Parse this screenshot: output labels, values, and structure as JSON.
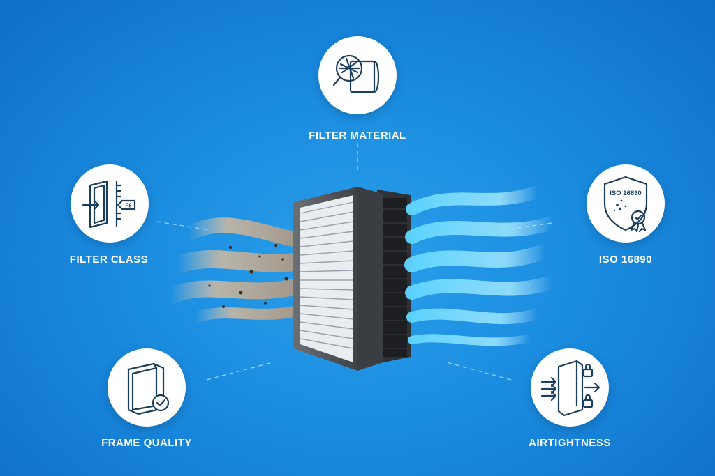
{
  "features": {
    "filter_material": {
      "label": "FILTER MATERIAL",
      "icon": "filter-material-icon"
    },
    "filter_class": {
      "label": "FILTER CLASS",
      "icon": "filter-class-icon",
      "badge": "F8"
    },
    "iso": {
      "label": "ISO 16890",
      "icon": "iso-shield-icon",
      "badge": "ISO 16890"
    },
    "frame_quality": {
      "label": "FRAME QUALITY",
      "icon": "frame-check-icon"
    },
    "airtightness": {
      "label": "AIRTIGHTNESS",
      "icon": "airtight-lock-icon"
    }
  },
  "colors": {
    "background": "#1a8ce0",
    "clean_air": "#7fe3ff",
    "dirty_air": "#c9b8a3",
    "icon_stroke": "#1d3f5e"
  }
}
